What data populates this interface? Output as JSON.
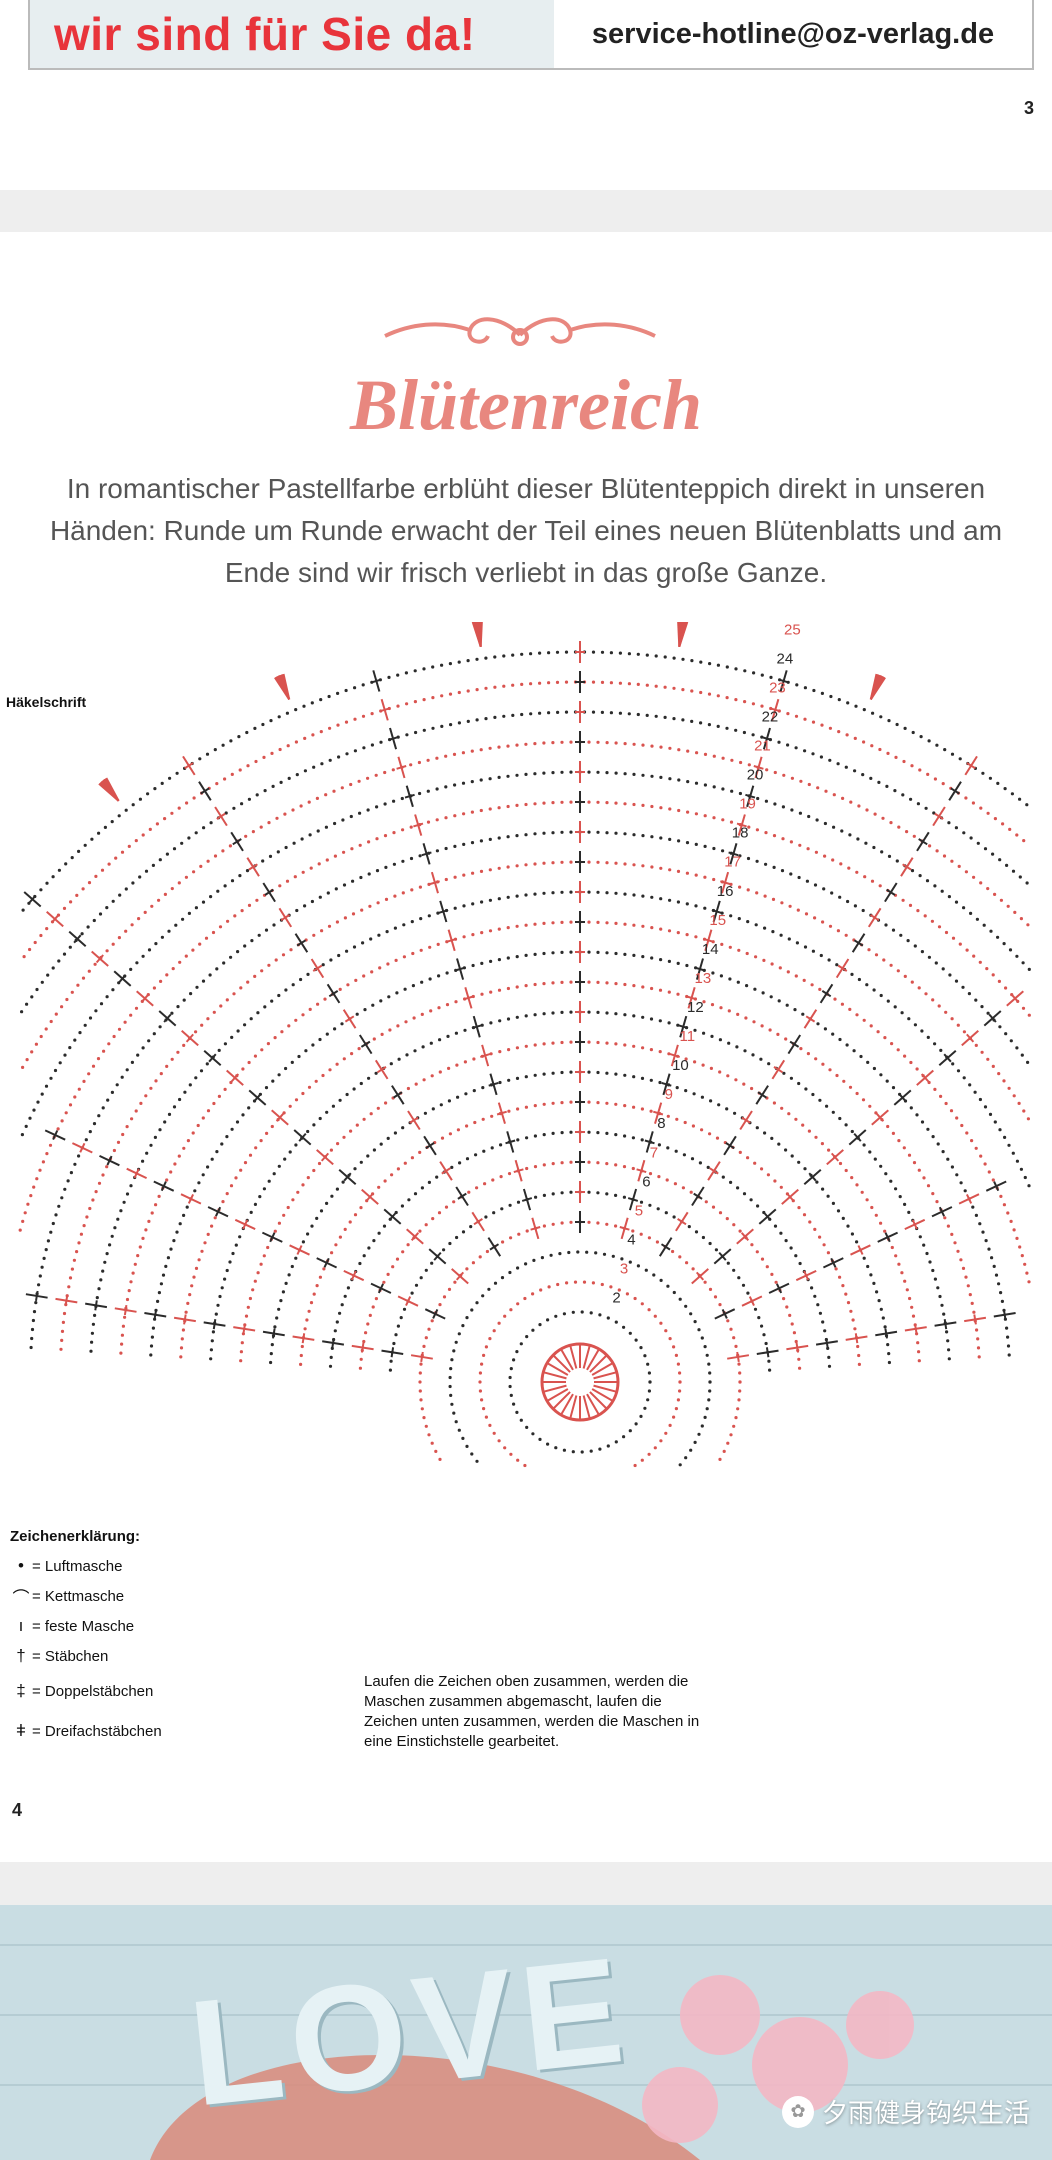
{
  "banner": {
    "tagline": "wir sind für Sie da!",
    "email": "service-hotline@oz-verlag.de"
  },
  "page_top_number": "3",
  "title": "Blütenreich",
  "intro": "In romantischer Pastellfarbe erblüht dieser Blütenteppich direkt in unseren Händen: Runde um Runde erwacht der Teil eines neuen Blütenblatts und am Ende sind wir frisch verliebt in das große Ganze.",
  "chart_label": "Häkelschrift",
  "round_numbers": [
    "2",
    "3",
    "4",
    "5",
    "6",
    "7",
    "8",
    "9",
    "10",
    "11",
    "12",
    "13",
    "14",
    "15",
    "16",
    "17",
    "18",
    "19",
    "20",
    "21",
    "22",
    "23",
    "24",
    "25"
  ],
  "legend": {
    "title": "Zeichenerklärung:",
    "items": [
      {
        "symbol": "•",
        "label": "= Luftmasche"
      },
      {
        "symbol": "⌒",
        "label": "= Kettmasche"
      },
      {
        "symbol": "ı",
        "label": "= feste Masche"
      },
      {
        "symbol": "†",
        "label": "= Stäbchen"
      },
      {
        "symbol": "‡",
        "label": "= Doppelstäbchen"
      },
      {
        "symbol": "ǂ",
        "label": "= Dreifachstäbchen"
      }
    ]
  },
  "note": "Laufen die Zeichen oben zusammen, werden die Maschen zusammen abgemascht, laufen die Zeichen unten zusammen, werden die Maschen in eine Einstichstelle gearbeitet.",
  "page_main_number": "4",
  "photo": {
    "letters": "LOVE",
    "watermark": "夕雨健身钩织生活"
  },
  "colors": {
    "accent_red": "#e8343b",
    "chart_red": "#d9534f",
    "chart_dark": "#2b2b2b",
    "title_pink": "#e8877f"
  }
}
